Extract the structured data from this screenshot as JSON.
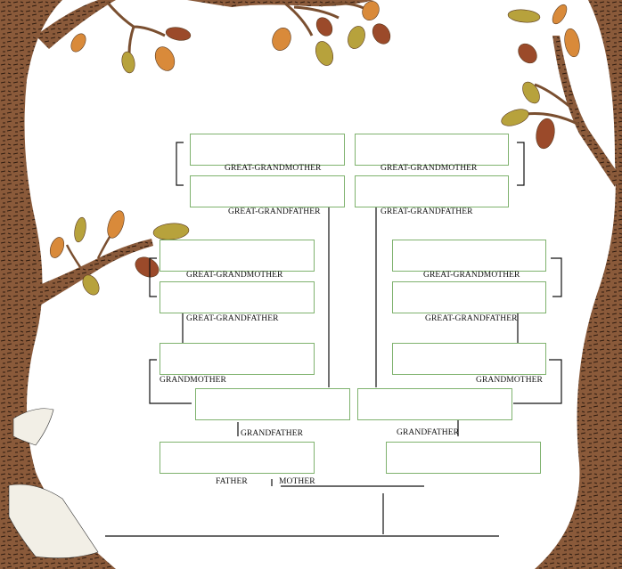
{
  "labels": {
    "ggm_top_left": "GREAT-GRANDMOTHER",
    "ggm_top_right": "GREAT-GRANDMOTHER",
    "ggf_top_left": "GREAT-GRANDFATHER",
    "ggf_top_right": "GREAT-GRANDFATHER",
    "ggm_mid_left": "GREAT-GRANDMOTHER",
    "ggm_mid_right": "GREAT-GRANDMOTHER",
    "ggf_mid_left": "GREAT-GRANDFATHER",
    "ggf_mid_right": "GREAT-GRANDFATHER",
    "grandmother_left": "GRANDMOTHER",
    "grandmother_right": "GRANDMOTHER",
    "grandfather_left": "GRANDFATHER",
    "grandfather_right": "GRANDFATHER",
    "father": "FATHER",
    "mother": "MOTHER"
  },
  "colors": {
    "bark": "#8a5a3a",
    "bark_dark": "#3b2414",
    "box_border": "#7fb26e",
    "leaf_orange": "#d98a3a",
    "leaf_olive": "#b7a23c",
    "leaf_rust": "#9b4a2a"
  }
}
